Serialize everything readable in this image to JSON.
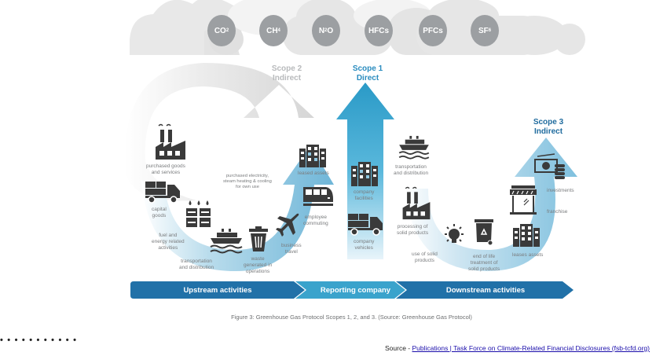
{
  "gases": [
    {
      "base": "CO",
      "sub": "2"
    },
    {
      "base": "CH",
      "sub": "4"
    },
    {
      "pre": "N",
      "presub": "2",
      "base": "O"
    },
    {
      "base": "HFCs"
    },
    {
      "base": "PFCs"
    },
    {
      "base": "SF",
      "sub": "6"
    }
  ],
  "scopes": {
    "scope2": {
      "line1": "Scope 2",
      "line2": "Indirect",
      "color": "#b8babc"
    },
    "scope1": {
      "line1": "Scope 1",
      "line2": "Direct",
      "color": "#2a8cbf"
    },
    "scope3": {
      "line1": "Scope 3",
      "line2": "Indirect",
      "color": "#1f6b9e"
    }
  },
  "labels": {
    "purchased_goods": [
      "purchased goods",
      "and services"
    ],
    "purchased_electricity": [
      "purchased electricity,",
      "steam heating & cooling",
      "for own use"
    ],
    "capital_goods": [
      "capital",
      "goods"
    ],
    "fuel_energy": [
      "fuel and",
      "energy related",
      "activities"
    ],
    "transport_up": [
      "transportation",
      "and distribution"
    ],
    "waste": [
      "waste",
      "generated in",
      "operations"
    ],
    "business_travel": [
      "business",
      "travel"
    ],
    "employee_commuting": [
      "employee",
      "commuting"
    ],
    "leased_assets_up": [
      "leased assets"
    ],
    "company_facilities": [
      "company",
      "facilities"
    ],
    "company_vehicles": [
      "company",
      "vehicles"
    ],
    "transport_down": [
      "transportation",
      "and distribution"
    ],
    "processing": [
      "processing of",
      "solid products"
    ],
    "use_of_products": [
      "use of solid",
      "products"
    ],
    "end_of_life": [
      "end of life",
      "treatment of",
      "solid products"
    ],
    "leases_assets_down": [
      "leases assets"
    ],
    "franchise": [
      "franchise"
    ],
    "investments": [
      "investments"
    ]
  },
  "bars": {
    "upstream": "Upstream activities",
    "reporting": "Reporting company",
    "downstream": "Downstream activities"
  },
  "colors": {
    "bar_dark": "#2171a8",
    "bar_light": "#3aa3cc",
    "cloud": "#e6e6e6",
    "gas_circle": "#9c9fa2",
    "icon": "#3a3a3a"
  },
  "caption": "Figure 3: Greenhouse Gas Protocol Scopes 1, 2, and 3. (Source: Greenhouse Gas Protocol)",
  "dots": "• • • • • • • • • • •",
  "source": {
    "prefix": "Source - ",
    "link_text": "Publications | Task Force on Climate-Related Financial Disclosures (fsb-tcfd.org)"
  }
}
